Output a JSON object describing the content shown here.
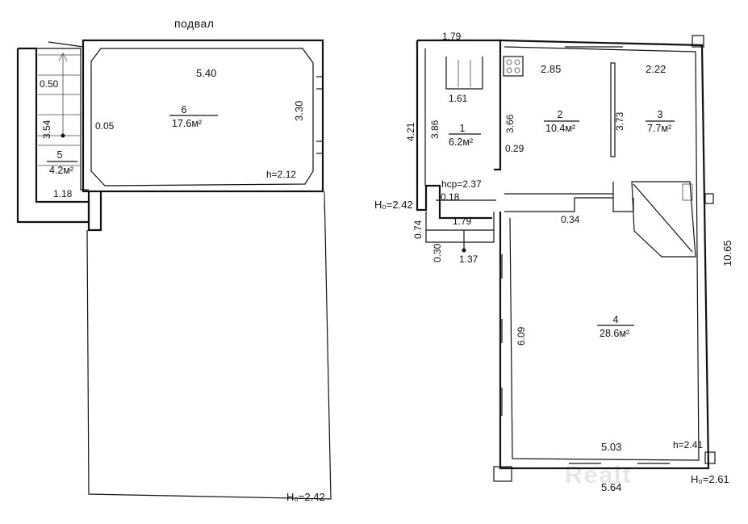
{
  "title": "подвал",
  "watermark": "Realt",
  "basement": {
    "rooms": [
      {
        "id": "6",
        "area": "17.6м²"
      },
      {
        "id": "5",
        "area": "4.2м²"
      }
    ],
    "dims": {
      "top_width": "5.40",
      "right_height": "3.30",
      "left_inner": "0.05",
      "stair_step": "0.50",
      "stair_len": "3.54",
      "stair_width": "1.18",
      "ceiling": "h=2.12",
      "ground": "H₀=2.42"
    }
  },
  "ground_floor": {
    "rooms": [
      {
        "id": "1",
        "area": "6.2м²"
      },
      {
        "id": "2",
        "area": "10.4м²"
      },
      {
        "id": "3",
        "area": "7.7м²"
      },
      {
        "id": "4",
        "area": "28.6м²"
      }
    ],
    "dims": {
      "top_left": "1.79",
      "kitchen_width": "2.85",
      "room3_width": "2.22",
      "porch_upper": "1.61",
      "left_outer": "4.21",
      "left_inner": "3.86",
      "wall_mid": "3.66",
      "partition": "3.73",
      "stub": "0.29",
      "avg_height": "hср=2.37",
      "ground_left": "H₀=2.42",
      "step_a": "0.18",
      "step_b": "0.74",
      "porch_lower": "1.79",
      "porch_gap": "0.34",
      "porch_depth": "0.30",
      "porch_step": "1.37",
      "room4_left": "6.09",
      "right_total": "10.65",
      "bottom_inner": "5.03",
      "bottom_outer": "5.64",
      "ceiling": "h=2.41",
      "ground_right": "H₀=2.61"
    }
  }
}
